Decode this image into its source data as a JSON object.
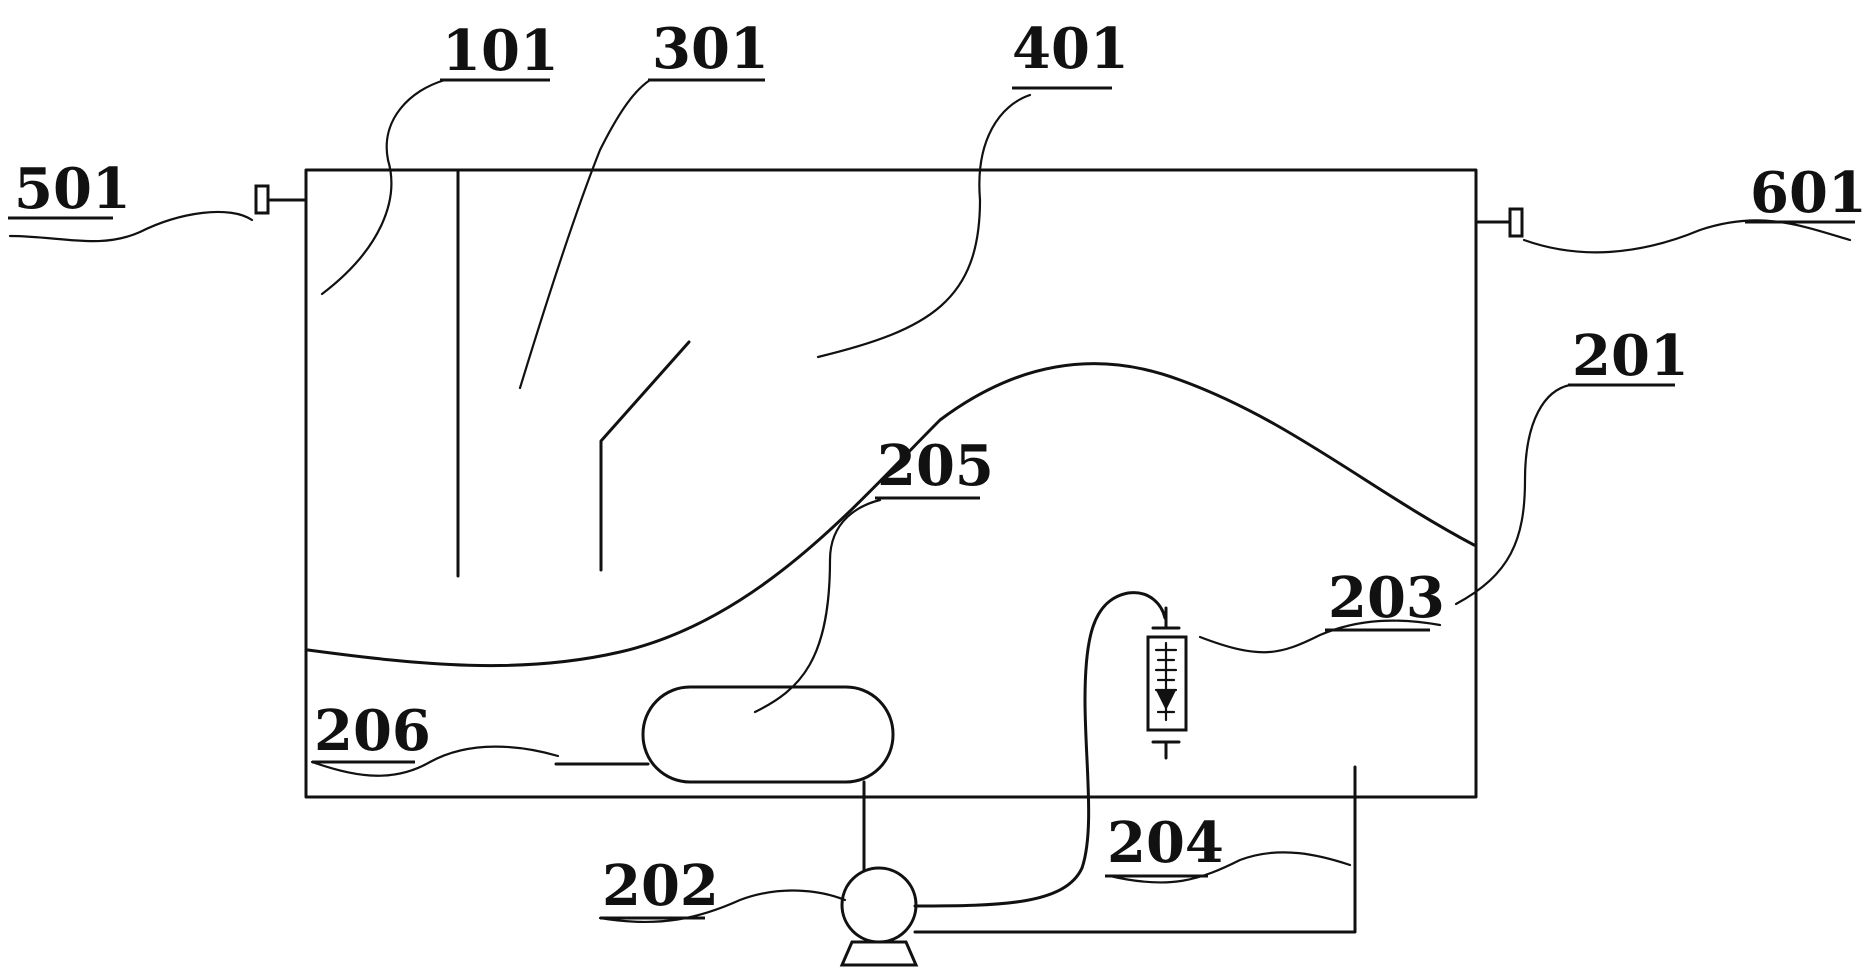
{
  "labels": {
    "l101": "101",
    "l301": "301",
    "l401": "401",
    "l501": "501",
    "l601": "601",
    "l201": "201",
    "l205": "205",
    "l203": "203",
    "l206": "206",
    "l204": "204",
    "l202": "202"
  }
}
